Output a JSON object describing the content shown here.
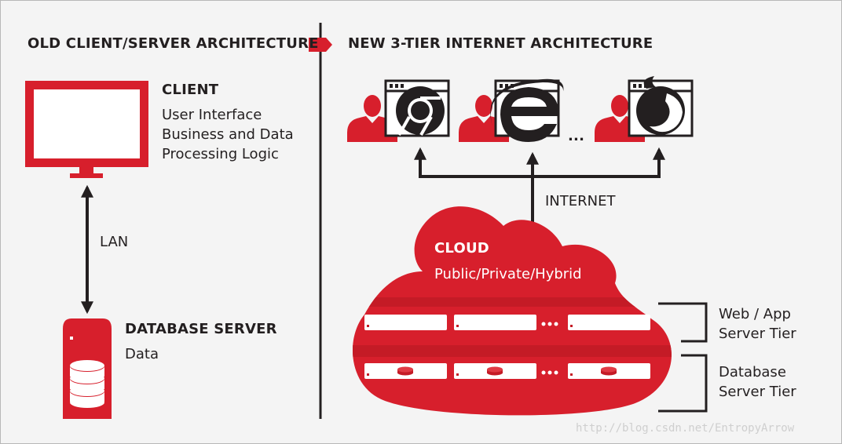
{
  "left": {
    "heading": "OLD CLIENT/SERVER ARCHITECTURE",
    "client": {
      "title": "CLIENT",
      "lines": [
        "User Interface",
        "Business and Data",
        "Processing Logic"
      ]
    },
    "link_label": "LAN",
    "database": {
      "title": "DATABASE SERVER",
      "line": "Data"
    }
  },
  "right": {
    "heading": "NEW 3-TIER INTERNET ARCHITECTURE",
    "browsers": [
      "chrome-icon",
      "internet-explorer-icon",
      "firefox-icon"
    ],
    "ellipsis": "...",
    "link_label": "INTERNET",
    "cloud": {
      "title": "CLOUD",
      "subtitle": "Public/Private/Hybrid"
    },
    "tiers": [
      {
        "lines": [
          "Web / App",
          "Server Tier"
        ]
      },
      {
        "lines": [
          "Database",
          "Server Tier"
        ]
      }
    ]
  },
  "watermark": "http://blog.csdn.net/EntropyArrow",
  "colors": {
    "accent": "#d71f2c",
    "dark": "#231f20",
    "stripe": "#c41b26",
    "background": "#f4f4f4"
  }
}
